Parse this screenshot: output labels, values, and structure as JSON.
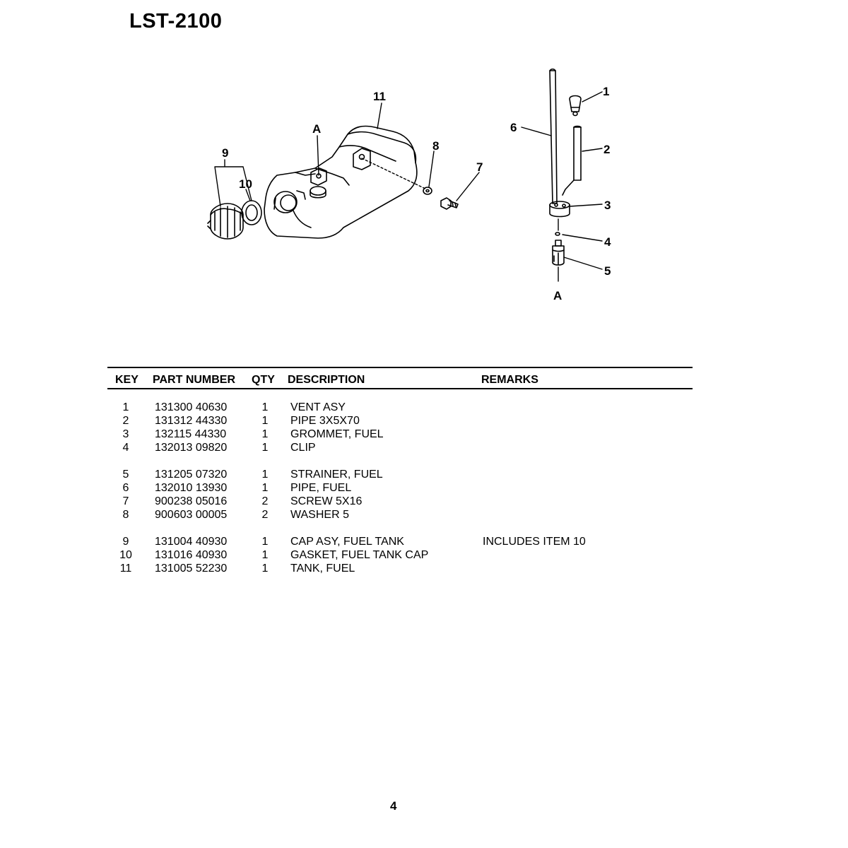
{
  "header": {
    "model": "LST-2100"
  },
  "diagram": {
    "callouts": {
      "c1": "1",
      "c2": "2",
      "c3": "3",
      "c4": "4",
      "c5": "5",
      "c6": "6",
      "c7": "7",
      "c8": "8",
      "c9": "9",
      "c10": "10",
      "c11": "11",
      "ref_a": "A"
    }
  },
  "table": {
    "headers": {
      "key": "KEY",
      "part_number": "PART NUMBER",
      "qty": "QTY",
      "description": "DESCRIPTION",
      "remarks": "REMARKS"
    },
    "rows": [
      {
        "key": "1",
        "part": "131300 40630",
        "qty": "1",
        "desc": "VENT ASY",
        "remarks": ""
      },
      {
        "key": "2",
        "part": "131312 44330",
        "qty": "1",
        "desc": "PIPE  3X5X70",
        "remarks": ""
      },
      {
        "key": "3",
        "part": "132115 44330",
        "qty": "1",
        "desc": "GROMMET, FUEL",
        "remarks": ""
      },
      {
        "key": "4",
        "part": "132013 09820",
        "qty": "1",
        "desc": "CLIP",
        "remarks": ""
      },
      {
        "key": "5",
        "part": "131205 07320",
        "qty": "1",
        "desc": "STRAINER, FUEL",
        "remarks": ""
      },
      {
        "key": "6",
        "part": "132010 13930",
        "qty": "1",
        "desc": "PIPE, FUEL",
        "remarks": ""
      },
      {
        "key": "7",
        "part": "900238 05016",
        "qty": "2",
        "desc": "SCREW  5X16",
        "remarks": ""
      },
      {
        "key": "8",
        "part": "900603 00005",
        "qty": "2",
        "desc": "WASHER  5",
        "remarks": ""
      },
      {
        "key": "9",
        "part": "131004 40930",
        "qty": "1",
        "desc": "CAP  ASY, FUEL TANK",
        "remarks": "INCLUDES ITEM 10"
      },
      {
        "key": "10",
        "part": "131016 40930",
        "qty": "1",
        "desc": "GASKET, FUEL TANK CAP",
        "remarks": ""
      },
      {
        "key": "11",
        "part": "131005 52230",
        "qty": "1",
        "desc": "TANK, FUEL",
        "remarks": ""
      }
    ]
  },
  "footer": {
    "page_number": "4"
  }
}
